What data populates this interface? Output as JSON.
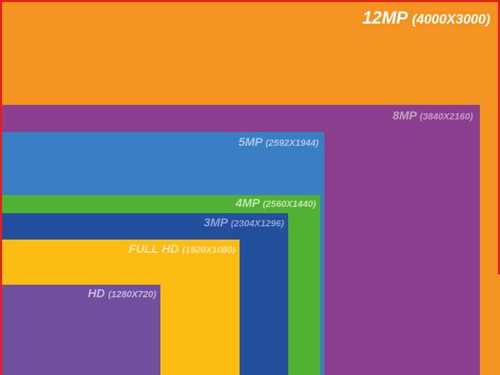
{
  "resolutions": [
    {
      "id": "12mp",
      "name": "12MP",
      "dims": "(4000X3000)",
      "color": "#f4931f",
      "label_color": "#ffffff"
    },
    {
      "id": "8mp",
      "name": "8MP",
      "dims": "(3840X2160)",
      "color": "#8c3f8e",
      "label_color": "#c3a0c6"
    },
    {
      "id": "5mp",
      "name": "5MP",
      "dims": "(2592X1944)",
      "color": "#3a7fc3",
      "label_color": "#a9c6e8"
    },
    {
      "id": "4mp",
      "name": "4MP",
      "dims": "(2560X1440)",
      "color": "#51b135",
      "label_color": "#c2e5a8"
    },
    {
      "id": "3mp",
      "name": "3MP",
      "dims": "(2304X1296)",
      "color": "#244f9d",
      "label_color": "#8aa6d8"
    },
    {
      "id": "fullhd",
      "name": "FULL HD",
      "dims": "(1920X1080)",
      "color": "#fbbc14",
      "label_color": "#fde7a8"
    },
    {
      "id": "hd",
      "name": "HD",
      "dims": "(1280X720)",
      "color": "#704f9c",
      "label_color": "#c3b5dc"
    }
  ],
  "border_color": "#e3201b"
}
